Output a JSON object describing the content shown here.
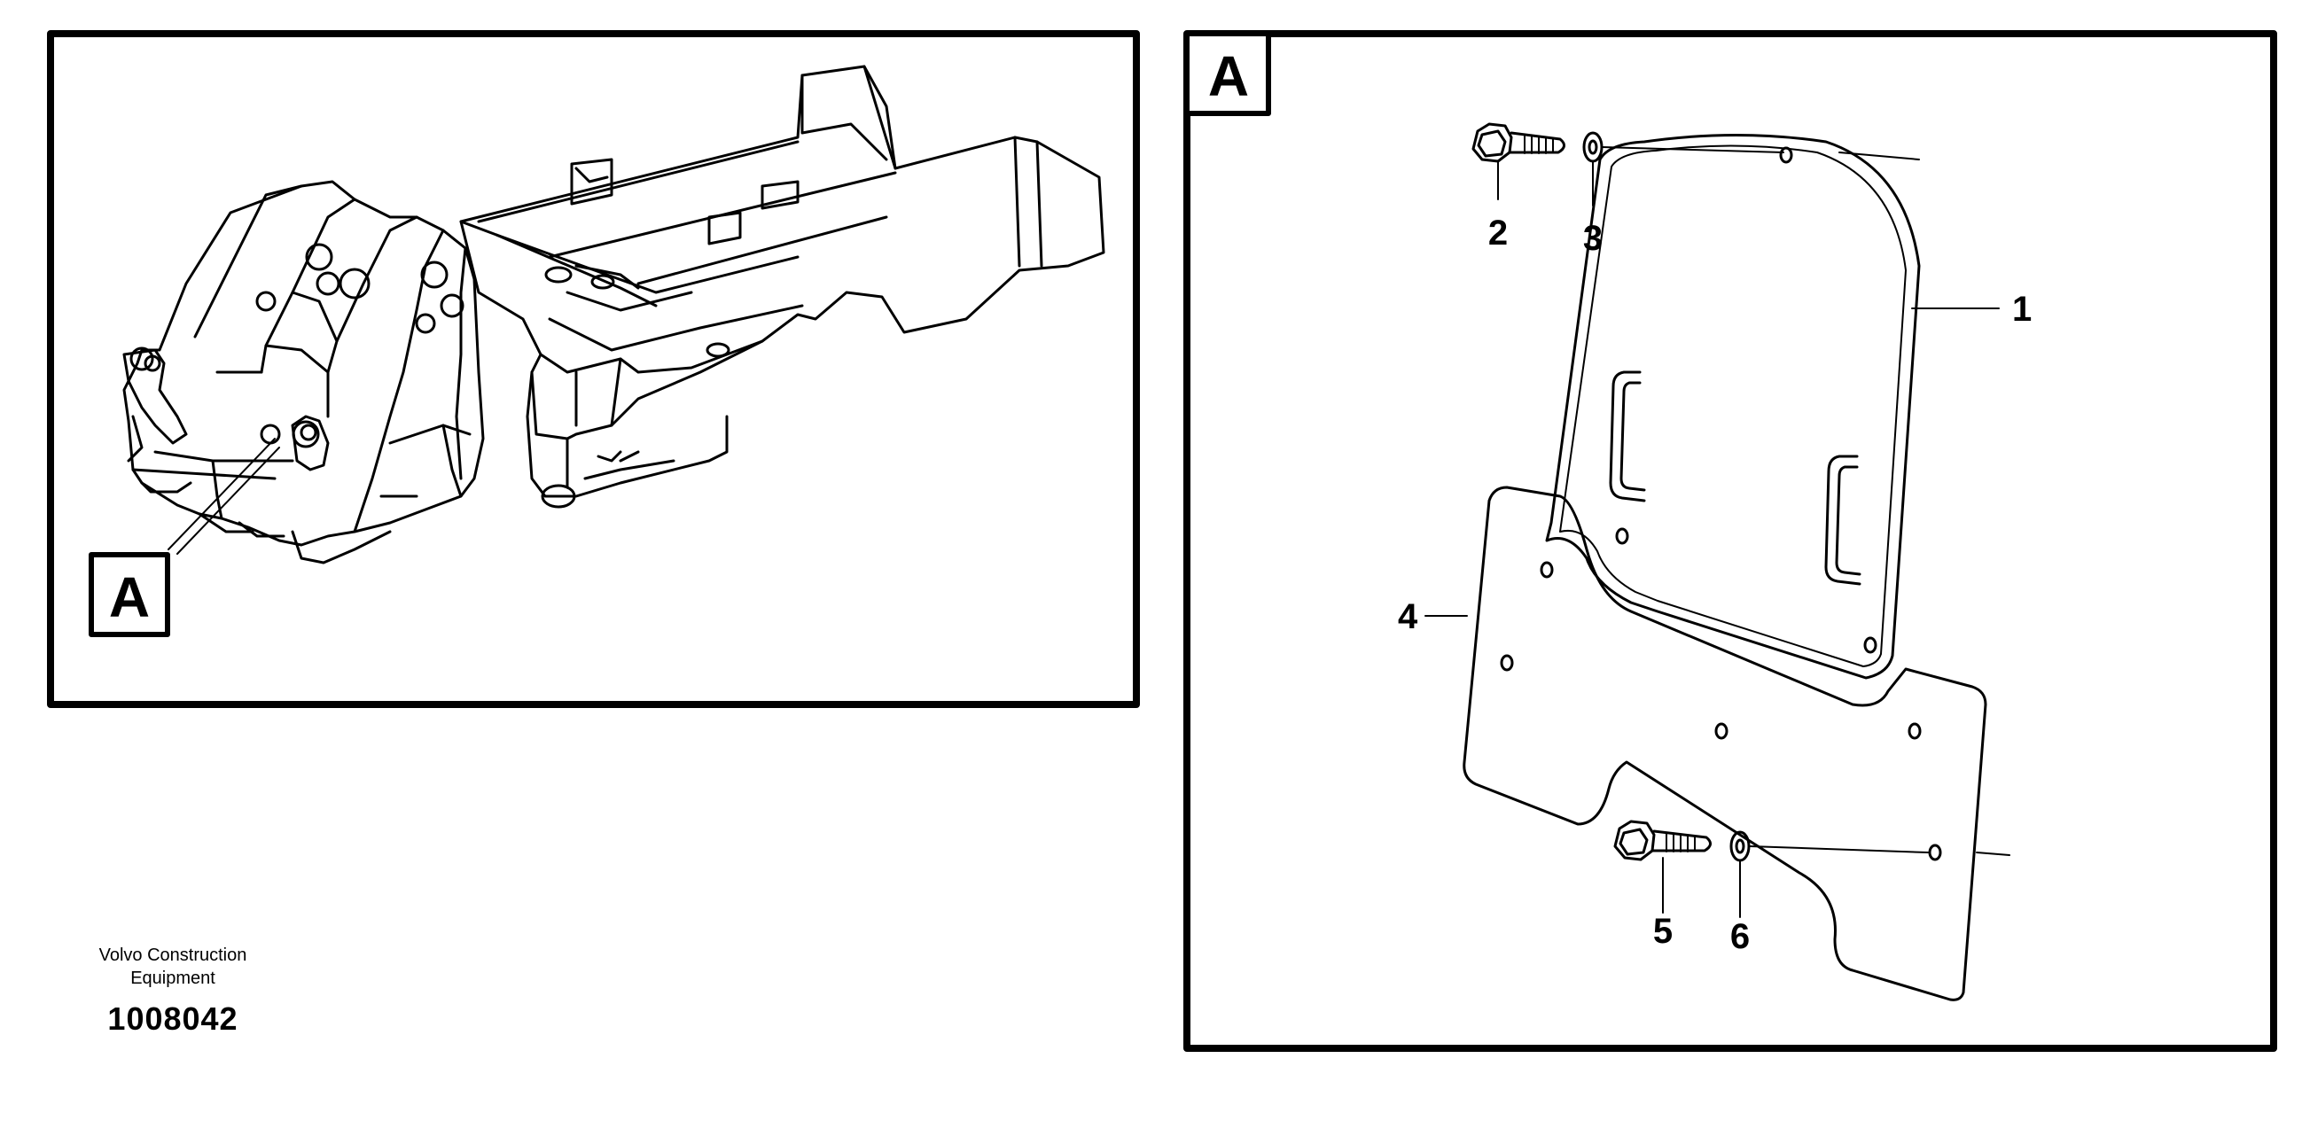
{
  "overview": {
    "tag": "A"
  },
  "detail": {
    "tag": "A",
    "callouts": [
      "1",
      "2",
      "3",
      "4",
      "5",
      "6"
    ]
  },
  "footer": {
    "org_line1": "Volvo Construction",
    "org_line2": "Equipment",
    "drawing_number": "1008042"
  }
}
